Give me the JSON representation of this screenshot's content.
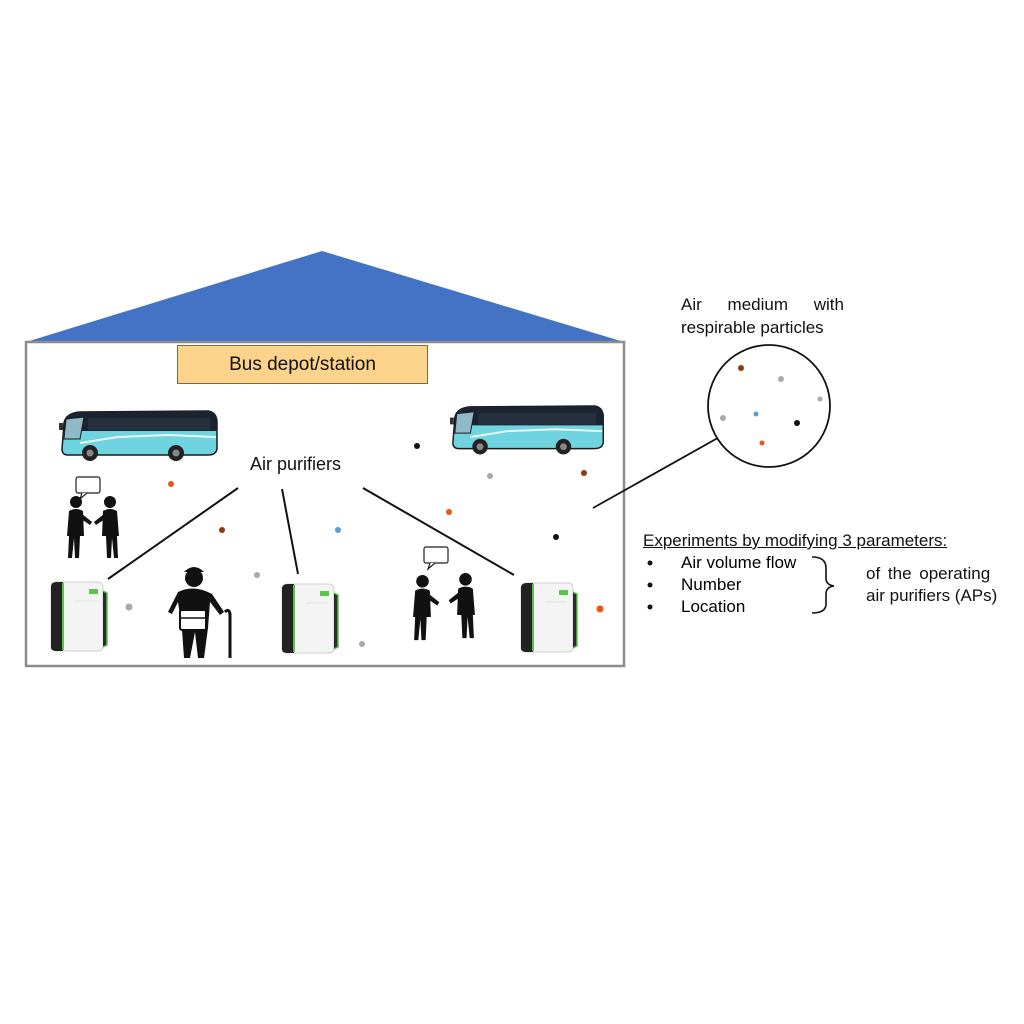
{
  "building": {
    "title": "Bus depot/station",
    "roof_color": "#4472c4",
    "label_fill": "#fbd38a"
  },
  "air_purifiers_label": "Air purifiers",
  "medium": {
    "words": [
      "Air",
      "medium",
      "with"
    ],
    "line2": "respirable particles"
  },
  "experiments": {
    "heading": "Experiments by modifying 3 parameters:",
    "parameters": [
      "Air volume flow",
      "Number",
      "Location"
    ],
    "qualifier_line1": "of the operating",
    "qualifier_line2": "air purifiers (APs)"
  },
  "particle_colors": {
    "black": "#111111",
    "orange": "#e8561c",
    "brown": "#8b3a12",
    "gray": "#a9a9a9",
    "blue": "#5b9bd5"
  },
  "icons": [
    "bus-icon",
    "air-purifier-icon",
    "people-talking-icon",
    "elderly-person-icon",
    "speech-bubble-icon"
  ]
}
